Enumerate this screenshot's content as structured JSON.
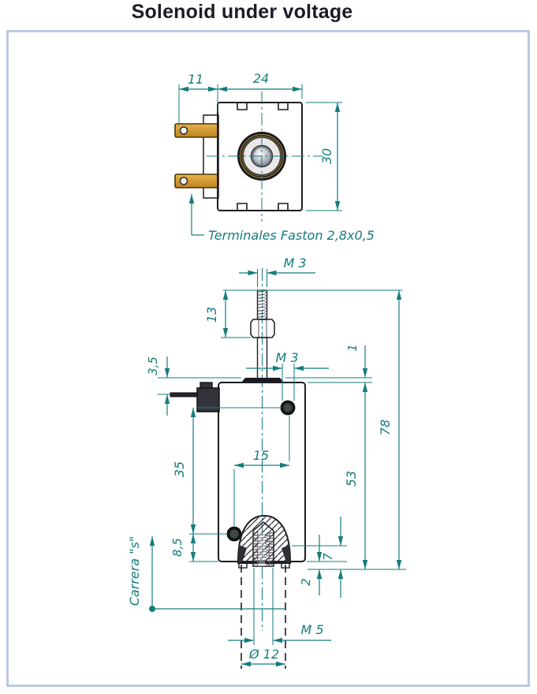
{
  "title": "Solenoid under voltage",
  "top_view": {
    "dim_terminal_width": "11",
    "dim_body_width": "24",
    "dim_body_height": "30",
    "terminals_label": "Terminales Faston 2,8x0,5"
  },
  "front_view": {
    "dim_thread_top": "M 3",
    "dim_thread_length": "13",
    "dim_flange_height": "1",
    "dim_pin_offset": "3,5",
    "dim_side_hole_thread": "M 3",
    "dim_hole_spacing_horizontal": "15",
    "dim_hole_spacing_vertical": "35",
    "dim_body_height": "53",
    "dim_total_height": "78",
    "dim_hole_to_bottom": "8,5",
    "dim_plunger_height": "7",
    "dim_plunger_tip": "2",
    "dim_plunger_thread": "M 5",
    "dim_plunger_diameter": "Ø 12",
    "stroke_label": "Carrera \"s\""
  },
  "colors": {
    "dimension_teal": "#157c7e",
    "outline_dark": "#1d1d24",
    "body_blue": "#b9cbe7",
    "terminal_gold": "#d09b33",
    "frame_border": "#bdc8e3"
  }
}
